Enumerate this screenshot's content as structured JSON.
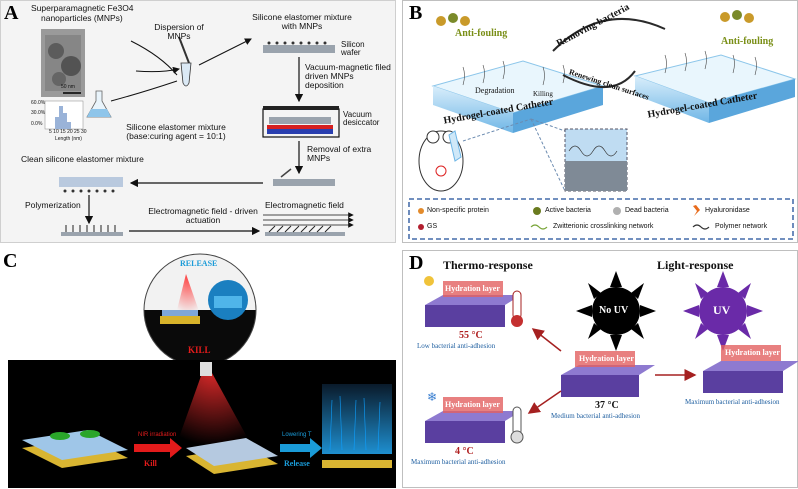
{
  "panelA": {
    "label": "A",
    "title_line1": "Superparamagnetic Fe3O4",
    "title_line2": "nanoparticles (MNPs)",
    "scale": "50 nm",
    "hist_y": [
      "60.0%",
      "30.0%",
      "0.0%"
    ],
    "hist_x": "5 10 15 20 25 30",
    "hist_xlabel": "Length (nm)",
    "dispersion": "Dispersion of MNPs",
    "silicone_mix_with_mnps": "Silicone elastomer mixture with MNPs",
    "silicon_wafer": "Silicon wafer",
    "vacuum_step": "Vacuum-magnetic filed driven MNPs deposition",
    "vacuum_desiccator": "Vacuum desiccator",
    "silicone_ratio": "Silicone elastomer mixture (base:curing agent = 10:1)",
    "clean_mixture": "Clean silicone elastomer mixture",
    "removal": "Removal of extra MNPs",
    "polymerization": "Polymerization",
    "em_actuation": "Electromagnetic field - driven actuation",
    "em_field": "Electromagnetic field"
  },
  "panelB": {
    "label": "B",
    "anti_fouling_1": "Anti-fouling",
    "anti_fouling_2": "Anti-fouling",
    "removing_bacteria": "Removing bacteria",
    "renewing": "Renewing clean surfaces",
    "degradation": "Degradation",
    "killing": "Killing",
    "catheter_1": "Hydrogel-coated Catheter",
    "catheter_2": "Hydrogel-coated Catheter",
    "legend": [
      "Non-specific protein",
      "Active bacteria",
      "Dead bacteria",
      "Hyaluronidase",
      "GS",
      "Zwitterionic crosslinking network",
      "Polymer network"
    ]
  },
  "panelC": {
    "label": "C",
    "release": "RELEASE",
    "kill": "KILL",
    "nir": "NIR irradiation",
    "kill_step": "Kill",
    "lowering": "Lowering T",
    "release_step": "Release"
  },
  "panelD": {
    "label": "D",
    "thermo": "Thermo-response",
    "light": "Light-response",
    "no_uv": "No UV",
    "uv": "UV",
    "hydration": "Hydration layer",
    "temp_high": "55 °C",
    "temp_mid": "37 °C",
    "temp_low": "4 °C",
    "low_adh": "Low bacterial anti-adhesion",
    "medium_adh": "Medium bacterial anti-adhesion",
    "max_adh_1": "Maximum bacterial anti-adhesion",
    "max_adh_2": "Maximum bacterial anti-adhesion"
  },
  "colors": {
    "release_blue": "#1a9bd8",
    "kill_red": "#e31b1b",
    "catheter_blue": "#6fb6e6",
    "brush_purple": "#5a3fa0",
    "uv_purple": "#6a2aa8"
  }
}
